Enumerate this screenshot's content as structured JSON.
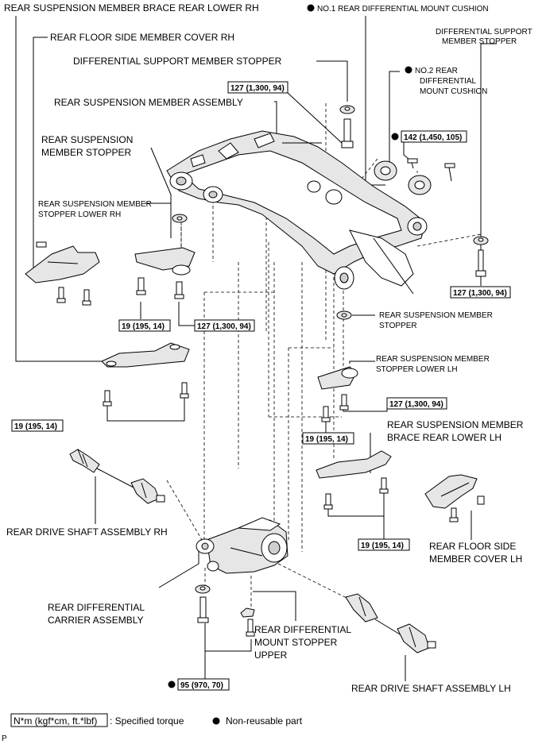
{
  "labels": {
    "brace_rear_lower_rh": "REAR SUSPENSION MEMBER BRACE REAR LOWER RH",
    "no1_cushion": "NO.1 REAR DIFFERENTIAL MOUNT CUSHION",
    "floor_cover_rh": "REAR FLOOR SIDE MEMBER COVER RH",
    "diff_stopper_top": "DIFFERENTIAL SUPPORT MEMBER STOPPER",
    "diff_stopper_right_1": "DIFFERENTIAL SUPPORT",
    "diff_stopper_right_2": "MEMBER STOPPER",
    "no2_cushion_1": "NO.2 REAR",
    "no2_cushion_2": "DIFFERENTIAL",
    "no2_cushion_3": "MOUNT CUSHION",
    "member_assembly": "REAR SUSPENSION MEMBER ASSEMBLY",
    "member_stopper_1": "REAR SUSPENSION",
    "member_stopper_2": "MEMBER STOPPER",
    "stopper_lower_rh_1": "REAR SUSPENSION MEMBER",
    "stopper_lower_rh_2": "STOPPER LOWER RH",
    "member_stopper_r_1": "REAR SUSPENSION MEMBER",
    "member_stopper_r_2": "STOPPER",
    "stopper_lower_lh_1": "REAR SUSPENSION MEMBER",
    "stopper_lower_lh_2": "STOPPER LOWER LH",
    "brace_lower_lh_1": "REAR SUSPENSION MEMBER",
    "brace_lower_lh_2": "BRACE REAR LOWER LH",
    "drive_shaft_rh": "REAR DRIVE SHAFT ASSEMBLY RH",
    "floor_cover_lh_1": "REAR FLOOR SIDE",
    "floor_cover_lh_2": "MEMBER COVER LH",
    "carrier_1": "REAR DIFFERENTIAL",
    "carrier_2": "CARRIER ASSEMBLY",
    "mount_stopper_1": "REAR DIFFERENTIAL",
    "mount_stopper_2": "MOUNT STOPPER",
    "mount_stopper_3": "UPPER",
    "drive_shaft_lh": "REAR DRIVE SHAFT ASSEMBLY LH"
  },
  "torques": {
    "t127_a": "127 (1,300, 94)",
    "t142": "142 (1,450, 105)",
    "t127_b": "127 (1,300, 94)",
    "t19_a": "19 (195, 14)",
    "t127_c": "127 (1,300, 94)",
    "t127_d": "127 (1,300, 94)",
    "t19_b": "19 (195, 14)",
    "t19_c": "19 (195, 14)",
    "t19_d": "19 (195, 14)",
    "t95": "95 (970, 70)"
  },
  "legend": {
    "torque_unit": "N*m (kgf*cm, ft.*lbf)",
    "torque_desc": ": Specified torque",
    "nonreusable_desc": "Non-reusable part"
  },
  "footer": {
    "code": "P"
  }
}
